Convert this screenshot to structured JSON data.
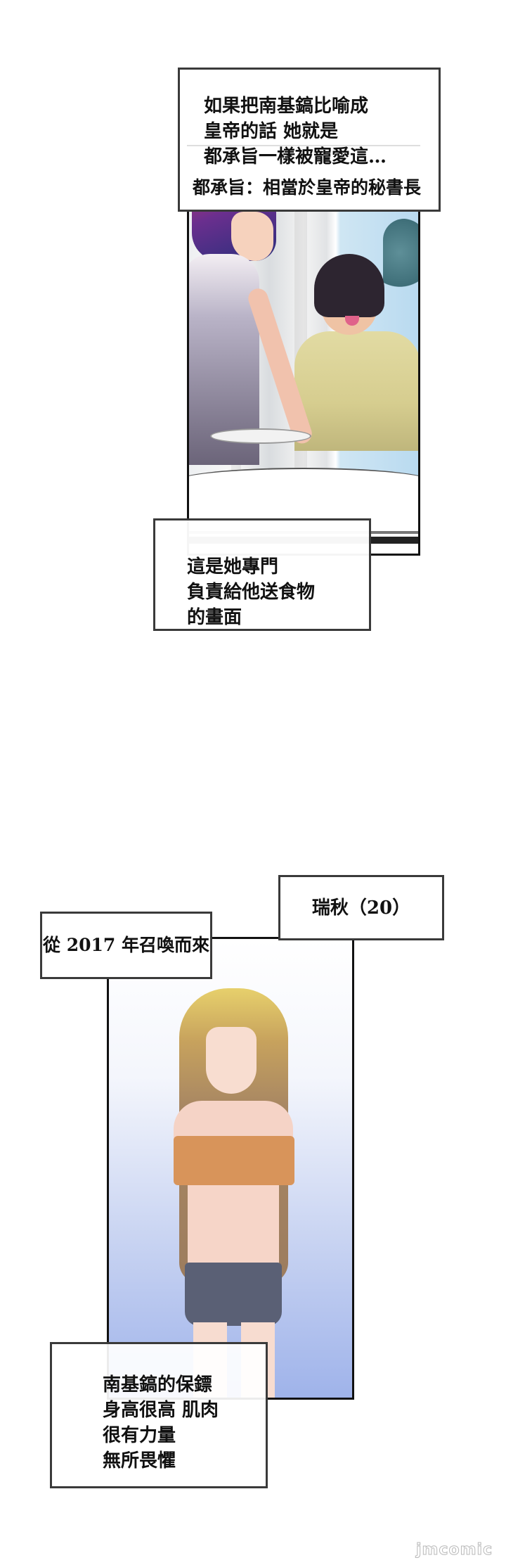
{
  "page": {
    "background": "#ffffff"
  },
  "scene1": {
    "caption_top": {
      "lines": [
        "如果把南基鎬比喻成",
        "皇帝的話 她就是",
        "都承旨一樣被寵愛這…"
      ],
      "note": "都承旨：相當於皇帝的秘書長"
    },
    "panel": {
      "description": "Purple-haired woman in white uniform serving a plate to a dark-haired young man holding a knife and fork at a round white table",
      "colors": {
        "window": "#b9daf0",
        "shirt": "#d6cd8f",
        "hair_maid": "#6a2f8e"
      }
    },
    "caption_bottom": {
      "lines": [
        "這是她專門",
        "負責給他送食物",
        "的畫面"
      ]
    }
  },
  "scene2": {
    "caption_name": {
      "text": "瑞秋（20）"
    },
    "caption_origin": {
      "text": "從 2017 年召喚而來"
    },
    "panel": {
      "description": "Tall woman with long blonde-brown hair in an off-shoulder orange crop top and grey shorts, standing against a blue gradient",
      "colors": {
        "bg_bottom": "#9fb3ea",
        "top": "#d8945a",
        "shorts": "#5a6075"
      }
    },
    "caption_bottom": {
      "lines": [
        "南基鎬的保鏢",
        "身高很高 肌肉",
        "很有力量",
        "無所畏懼"
      ]
    }
  },
  "watermark": {
    "text": "jmcomic"
  }
}
